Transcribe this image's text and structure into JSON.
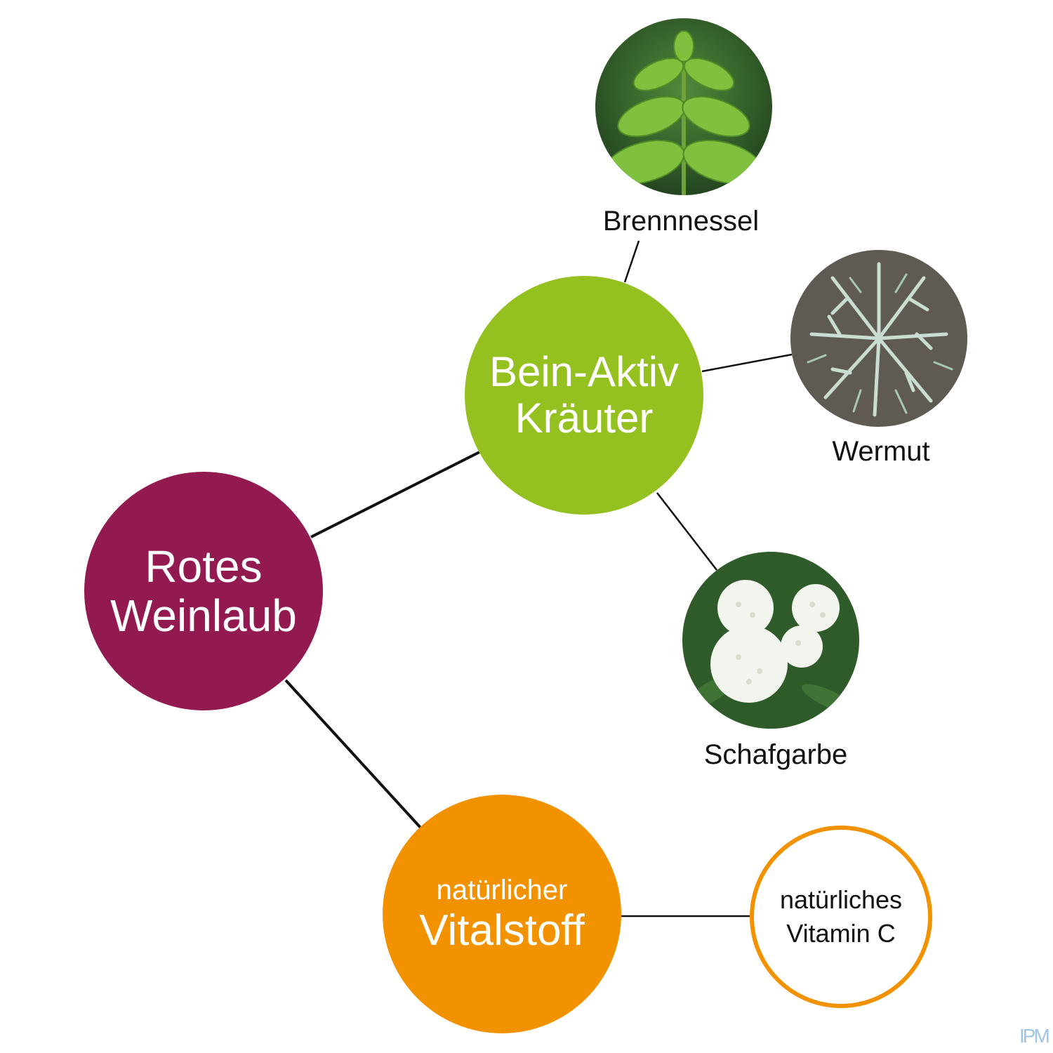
{
  "nodes": {
    "rotes_weinlaub": {
      "line1": "Rotes",
      "line2": "Weinlaub",
      "color": "#931a50"
    },
    "bein_aktiv": {
      "line1": "Bein-Aktiv",
      "line2": "Kräuter",
      "color": "#94c11f"
    },
    "vitalstoff": {
      "line1": "natürlicher",
      "line2": "Vitalstoff",
      "color": "#f39200"
    },
    "vitamin_c": {
      "line1": "natürliches",
      "line2": "Vitamin C",
      "border_color": "#f39200"
    }
  },
  "herbs": [
    {
      "label": "Brennnessel",
      "icon": "nettle-photo"
    },
    {
      "label": "Wermut",
      "icon": "wormwood-photo"
    },
    {
      "label": "Schafgarbe",
      "icon": "yarrow-photo"
    }
  ],
  "watermark": "IPM"
}
